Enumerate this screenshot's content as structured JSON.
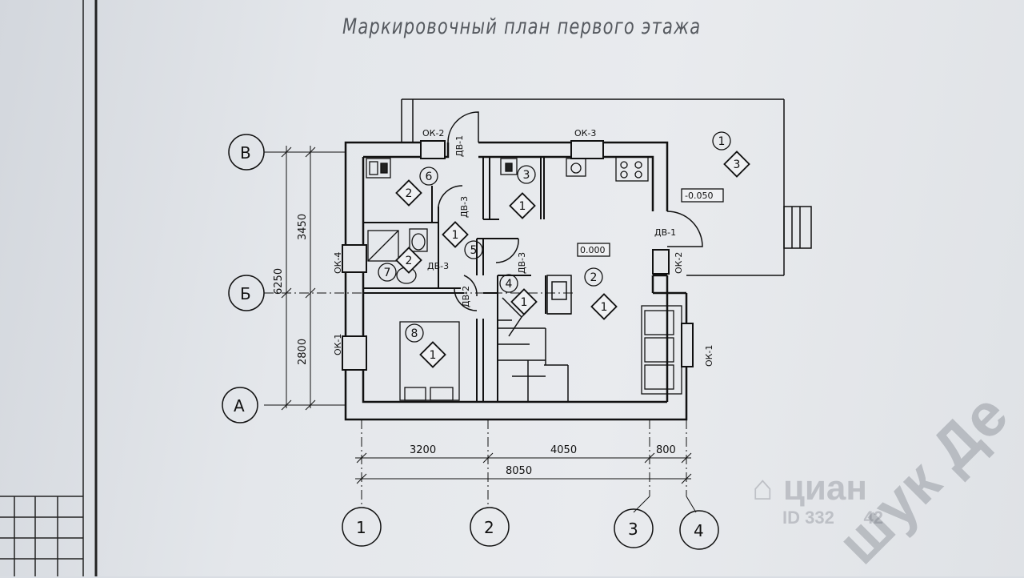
{
  "title": "Маркировочный план первого этажа",
  "axes": {
    "rows": [
      "В",
      "Б",
      "А"
    ],
    "cols": [
      "1",
      "2",
      "3",
      "4"
    ]
  },
  "dimensions": {
    "left_total": "6250",
    "left_upper": "3450",
    "left_lower": "2800",
    "bottom_1": "3200",
    "bottom_2": "4050",
    "bottom_3": "800",
    "bottom_total": "8050"
  },
  "levels": {
    "floor": "0.000",
    "terrace": "-0.050"
  },
  "windows": {
    "ok1_left": "ОК-1",
    "ok1_right": "ОК-1",
    "ok2_top": "ОК-2",
    "ok2_right": "ОК-2",
    "ok3": "ОК-3",
    "ok4": "ОК-4"
  },
  "doors": {
    "dv1_top": "ДВ-1",
    "dv1_right": "ДВ-1",
    "dv2": "ДВ-2",
    "dv3_a": "ДВ-3",
    "dv3_b": "ДВ-3",
    "dv3_c": "ДВ-3"
  },
  "rooms": {
    "r1": "1",
    "r2": "2",
    "r3": "3",
    "r4": "4",
    "r5": "5",
    "r6": "6",
    "r7": "7",
    "r8": "8"
  },
  "finish_marks": {
    "m_terrace": "3",
    "m_room6": "2",
    "m_room3": "1",
    "m_room5": "1",
    "m_room7": "2",
    "m_room4": "1",
    "m_living": "1",
    "m_room8": "1"
  },
  "watermark": {
    "brand": "циан",
    "id": "ID 332",
    "id_tail": "42",
    "diagonal": "шук Де"
  }
}
